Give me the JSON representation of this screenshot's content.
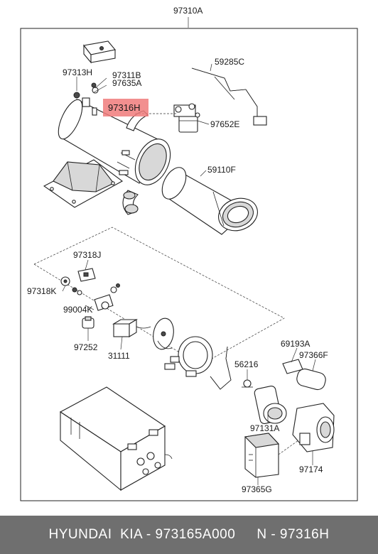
{
  "diagram": {
    "assembly_label": "97310A",
    "highlight_color": "#f07b7b",
    "labels": {
      "l97313H": "97313H",
      "l97311B": "97311B",
      "l97635A": "97635A",
      "l97316H": "97316H",
      "l59285C": "59285C",
      "l97652E": "97652E",
      "l59110F": "59110F",
      "l97318J": "97318J",
      "l97318K": "97318K",
      "l99004K": "99004K",
      "l97252": "97252",
      "l31111": "31111",
      "l69193A": "69193A",
      "l97366F": "97366F",
      "l56216": "56216",
      "l97131A": "97131A",
      "l97174": "97174",
      "l97365G": "97365G"
    }
  },
  "footer": {
    "brand_text": "HYUNDAI  KIA - 973165A000",
    "part_text": "N - 97316H"
  }
}
